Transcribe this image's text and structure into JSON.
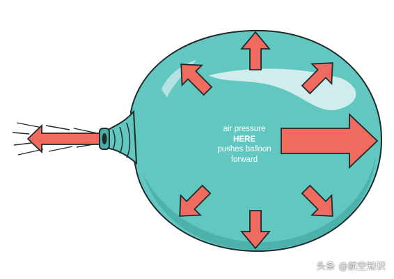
{
  "diagram": {
    "label_line1": "air pressure",
    "label_line2": "HERE",
    "label_line3": "pushes balloon",
    "label_line4": "forward",
    "watermark": "头条 @航空知识"
  },
  "colors": {
    "balloon_fill": "#63c7c1",
    "balloon_shadow": "#4aaea8",
    "highlight": "#d6eeee",
    "arrow_fill": "#ef6a5f",
    "outline": "#1e2b2b"
  },
  "icons": {
    "arrow_shape": "block-arrow",
    "balloon_shape": "inflated-balloon"
  }
}
